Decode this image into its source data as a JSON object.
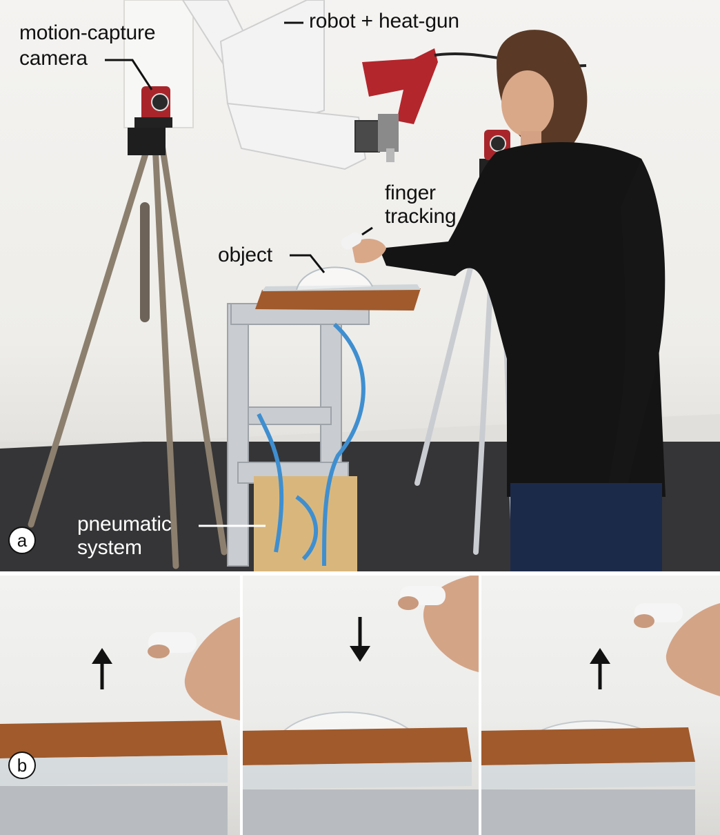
{
  "panel_a": {
    "badge": "a",
    "labels": {
      "robot": "robot + heat-gun",
      "camera_line1": "motion-capture",
      "camera_line2": "camera",
      "finger_line1": "finger",
      "finger_line2": "tracking",
      "object": "object",
      "pneumatic_line1": "pneumatic",
      "pneumatic_line2": "system"
    }
  },
  "panel_b": {
    "badge": "b",
    "frames": [
      {
        "arrow": "up"
      },
      {
        "arrow": "down"
      },
      {
        "arrow": "up"
      }
    ]
  },
  "colors": {
    "wall": "#f0efec",
    "floor": "#2f2f31",
    "robot": "#f2f2f2",
    "heat_gun": "#b3262c",
    "shirt": "#141414",
    "jeans": "#1c2a4a",
    "frame_aluminium": "#c9ccd0",
    "tube": "#3f8fd0",
    "plywood": "#d9b77c",
    "copper": "#a05a2c"
  }
}
